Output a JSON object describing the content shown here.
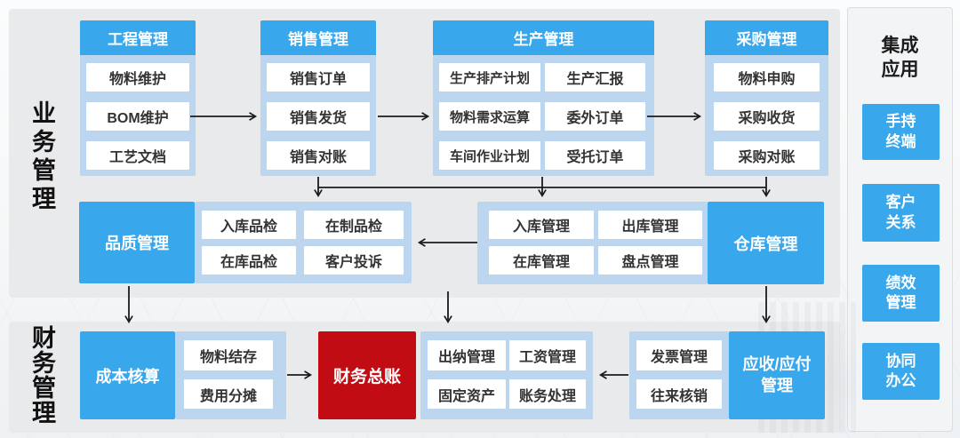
{
  "colors": {
    "blue": "#38a7ec",
    "light-blue": "#bdd6ef",
    "red": "#c00c12",
    "panel": "#e9eaec",
    "right-panel": "#f2f4f6",
    "arrow": "#1b1b1b",
    "text": "#333333"
  },
  "side_labels": {
    "business": "业务管理",
    "finance": "财务管理"
  },
  "top_columns": [
    {
      "title": "工程管理",
      "items": [
        "物料维护",
        "BOM维护",
        "工艺文档"
      ]
    },
    {
      "title": "销售管理",
      "items": [
        "销售订单",
        "销售发货",
        "销售对账"
      ]
    },
    {
      "title": "生产管理",
      "items_left": [
        "生产排产计划",
        "物料需求运算",
        "车间作业计划"
      ],
      "items_right": [
        "生产汇报",
        "委外订单",
        "受托订单"
      ]
    },
    {
      "title": "采购管理",
      "items": [
        "物料申购",
        "采购收货",
        "采购对账"
      ]
    }
  ],
  "middle_row": {
    "quality_title": "品质管理",
    "quality_cells": [
      "入库品检",
      "在制品检",
      "在库品检",
      "客户投诉"
    ],
    "warehouse_cells": [
      "入库管理",
      "出库管理",
      "在库管理",
      "盘点管理"
    ],
    "warehouse_title": "仓库管理"
  },
  "bottom_row": {
    "cost_title": "成本核算",
    "cost_cells": [
      "物料结存",
      "费用分摊"
    ],
    "ledger_title": "财务总账",
    "cashier_cells": [
      "出纳管理",
      "工资管理",
      "固定资产",
      "账务处理"
    ],
    "invoice_cells": [
      "发票管理",
      "往来核销"
    ],
    "ar_ap_title": "应收/应付\n管理"
  },
  "right_panel": {
    "title": "集成\n应用",
    "items": [
      "手持\n终端",
      "客户\n关系",
      "绩效\n管理",
      "协同\n办公"
    ]
  }
}
